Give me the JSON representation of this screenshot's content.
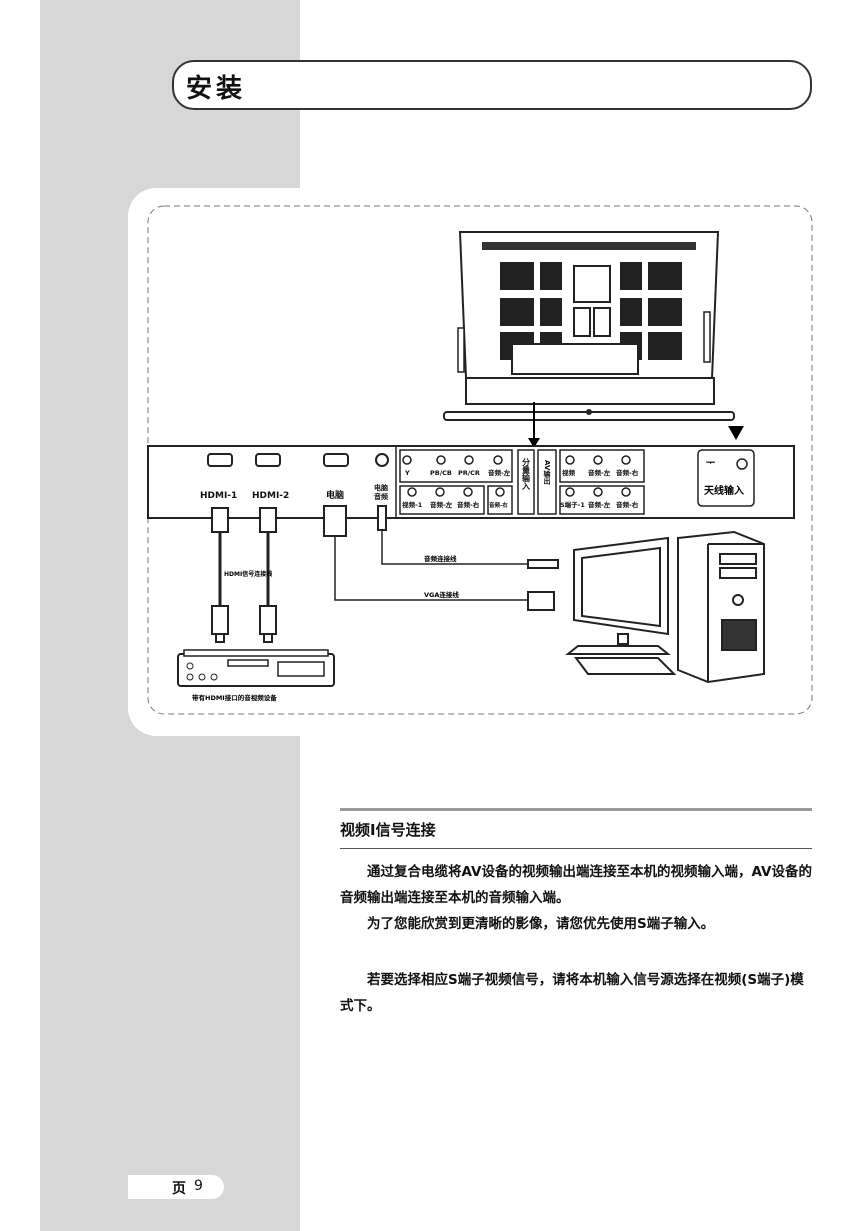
{
  "header": {
    "title": "安装"
  },
  "diagram": {
    "panel_labels": {
      "hdmi1": "HDMI-1",
      "hdmi2": "HDMI-2",
      "pc": "电脑",
      "pc_audio_line1": "电脑",
      "pc_audio_line2": "音频",
      "y": "Y",
      "pb": "PB/CB",
      "pr": "PR/CR",
      "audio_l_top": "音频-左",
      "video1": "视频-1",
      "audio_l_bottom": "音频-左",
      "audio_r_bottom": "音频-右",
      "audio_r_component": "音频-右",
      "component_vertical": "分量输入",
      "av_out_vertical": "AV输出",
      "out_video": "视频",
      "out_audio_l": "音频-左",
      "out_audio_r": "音频-右",
      "svideo1": "S端子-1",
      "s_audio_l": "音频-左",
      "s_audio_r": "音频-右",
      "antenna": "天线输入"
    },
    "cable_labels": {
      "hdmi_cable": "HDMI信号连接线",
      "audio_cable": "音频连接线",
      "vga_cable": "VGA连接线"
    },
    "device_label": "带有HDMI接口的音视频设备"
  },
  "section": {
    "heading": "视频I信号连接",
    "p1": "通过复合电缆将AV设备的视频输出端连接至本机的视频输入端，AV设备的音频输出端连接至本机的音频输入端。",
    "p2": "为了您能欣赏到更清晰的影像，请您优先使用S端子输入。",
    "p3": "若要选择相应S端子视频信号，请将本机输入信号源选择在视频(S端子)模式下。"
  },
  "page": {
    "label": "页",
    "number": "9"
  }
}
